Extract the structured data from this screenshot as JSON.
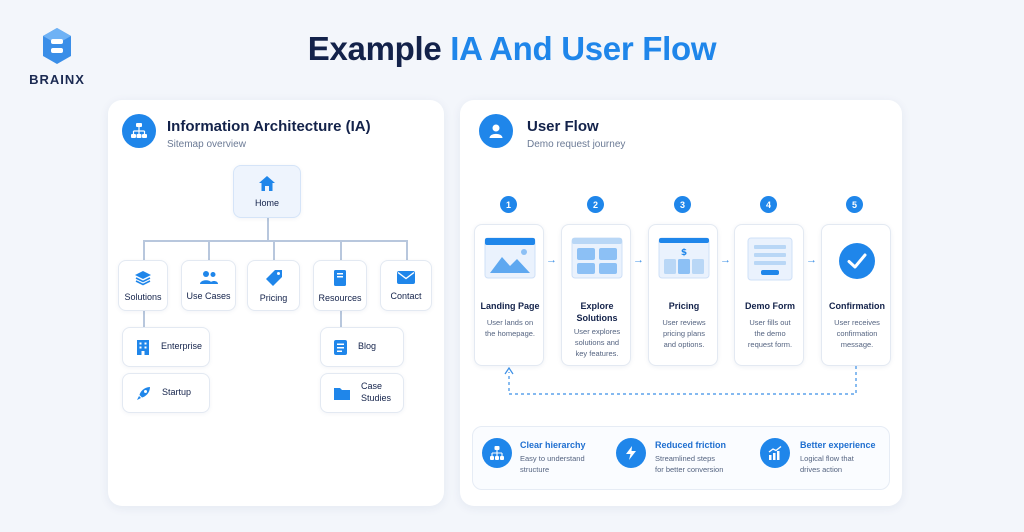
{
  "brand": {
    "name": "BRAINX"
  },
  "title": {
    "main": "Example",
    "accent": "IA And User Flow"
  },
  "colors": {
    "accent": "#1f86ea",
    "navy": "#13224a",
    "connector": "#b8c7dd"
  },
  "ia_panel": {
    "title": "Information Architecture (IA)",
    "subtitle": "Sitemap overview",
    "icon": "sitemap-icon",
    "root": {
      "label": "Home",
      "icon": "home-icon"
    },
    "sections": [
      {
        "label": "Solutions",
        "icon": "layers-icon"
      },
      {
        "label": "Use Cases",
        "icon": "users-icon"
      },
      {
        "label": "Pricing",
        "icon": "tag-icon"
      },
      {
        "label": "Resources",
        "icon": "book-icon"
      },
      {
        "label": "Contact",
        "icon": "mail-icon"
      }
    ],
    "solutions_children": [
      {
        "label": "Enterprise",
        "icon": "building-icon"
      },
      {
        "label": "Startup",
        "icon": "rocket-icon"
      }
    ],
    "resources_children": [
      {
        "label": "Blog",
        "icon": "document-icon"
      },
      {
        "label": "Case\nStudies",
        "icon": "folder-icon"
      }
    ]
  },
  "flow_panel": {
    "title": "User Flow",
    "subtitle": "Demo request journey",
    "icon": "user-icon",
    "steps": [
      {
        "number": "1",
        "title": "Landing Page",
        "desc": "User lands on\nthe homepage.",
        "icon": "landing-page-icon"
      },
      {
        "number": "2",
        "title": "Explore\nSolutions",
        "desc": "User explores\nsolutions and\nkey features.",
        "icon": "grid-icon"
      },
      {
        "number": "3",
        "title": "Pricing",
        "desc": "User reviews\npricing plans\nand options.",
        "icon": "pricing-icon"
      },
      {
        "number": "4",
        "title": "Demo Form",
        "desc": "User fills out\nthe demo\nrequest form.",
        "icon": "form-icon"
      },
      {
        "number": "5",
        "title": "Confirmation",
        "desc": "User receives\nconfirmation\nmessage.",
        "icon": "check-icon"
      }
    ],
    "benefits": [
      {
        "title": "Clear hierarchy",
        "desc": "Easy to understand\nstructure",
        "icon": "hierarchy-icon"
      },
      {
        "title": "Reduced friction",
        "desc": "Streamlined steps\nfor better conversion",
        "icon": "lightning-icon"
      },
      {
        "title": "Better experience",
        "desc": "Logical flow that\ndrives action",
        "icon": "growth-chart-icon"
      }
    ]
  }
}
